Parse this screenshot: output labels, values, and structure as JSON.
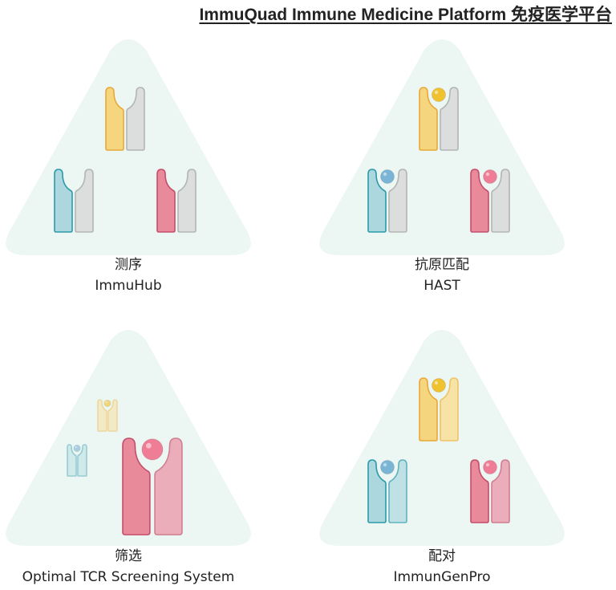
{
  "title": "ImmuQuad Immune Medicine Platform 免疫医学平台",
  "colors": {
    "triangle": "#ecf6f3",
    "yellow": {
      "fill": "#f5d67f",
      "stroke": "#e8a93a",
      "ball": "#f0c230"
    },
    "grey": {
      "fill": "#dcdedd",
      "stroke": "#b3b6b5"
    },
    "teal": {
      "fill": "#acd7df",
      "stroke": "#2a9ba8",
      "ball": "#7ab5d6"
    },
    "tealLight": {
      "fill": "#bfe1e6",
      "stroke": "#5fb3bd"
    },
    "pink": {
      "fill": "#e88a9a",
      "stroke": "#c44e6c",
      "ball": "#f07d96"
    },
    "pinkLight": {
      "fill": "#ebadb9",
      "stroke": "#cf7f92"
    },
    "yellowLight": {
      "fill": "#f7e3a6",
      "stroke": "#eec46a"
    }
  },
  "panels": [
    {
      "cn": "测序",
      "en": "ImmuHub"
    },
    {
      "cn": "抗原匹配",
      "en": "HAST"
    },
    {
      "cn": "筛选",
      "en": "Optimal TCR Screening System"
    },
    {
      "cn": "配对",
      "en": "ImmunGenPro"
    }
  ]
}
